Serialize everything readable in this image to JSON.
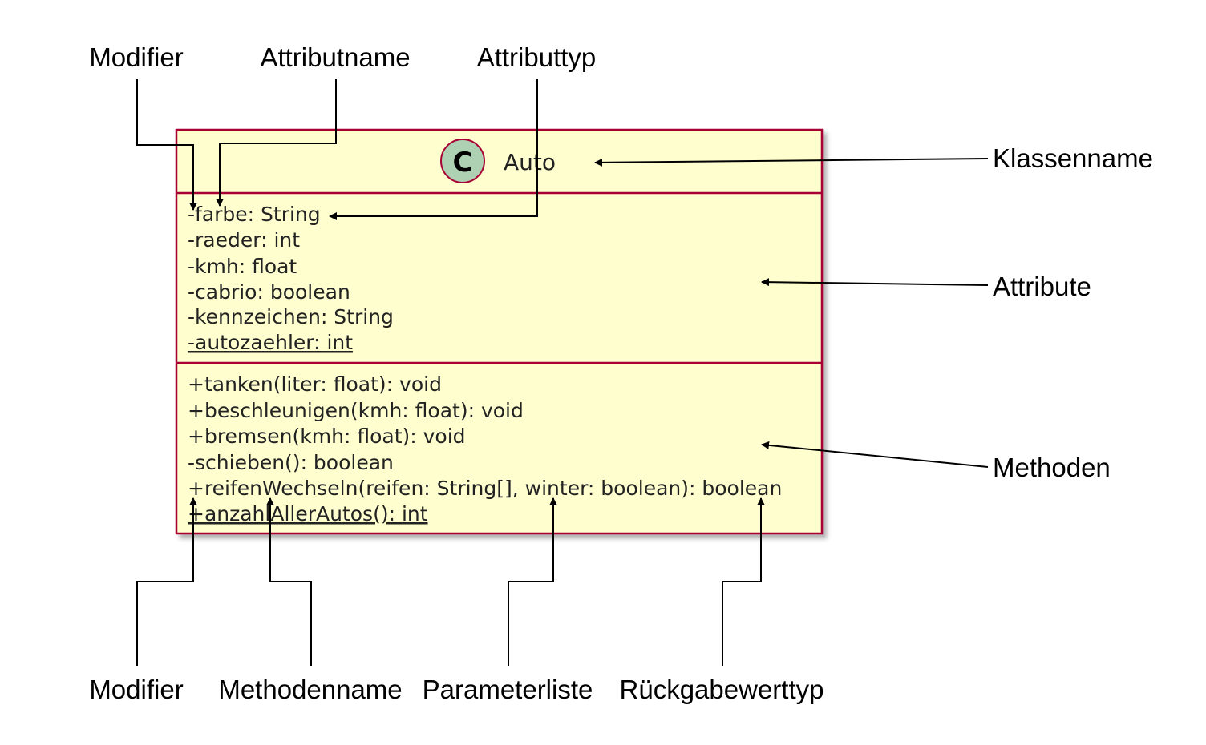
{
  "class": {
    "icon_letter": "C",
    "name": "Auto",
    "attributes": [
      "-farbe: String",
      "-raeder: int",
      "-kmh: float",
      "-cabrio: boolean",
      "-kennzeichen: String",
      "-autozaehler: int"
    ],
    "methods": [
      "+tanken(liter: float): void",
      "+beschleunigen(kmh: float): void",
      "+bremsen(kmh: float): void",
      "-schieben(): boolean",
      "+reifenWechseln(reifen: String[], winter: boolean): boolean",
      "+anzahlAllerAutos(): int"
    ]
  },
  "annotations": {
    "top": {
      "modifier": "Modifier",
      "attribute_name": "Attributname",
      "attribute_type": "Attributtyp"
    },
    "right": {
      "class_name": "Klassenname",
      "attributes": "Attribute",
      "methods": "Methoden"
    },
    "bottom": {
      "modifier": "Modifier",
      "method_name": "Methodenname",
      "parameter_list": "Parameterliste",
      "return_type": "Rückgabewerttyp"
    }
  },
  "colors": {
    "class_fill": "#FEFECE",
    "class_border": "#A80036",
    "icon_fill": "#ADD1B2"
  }
}
